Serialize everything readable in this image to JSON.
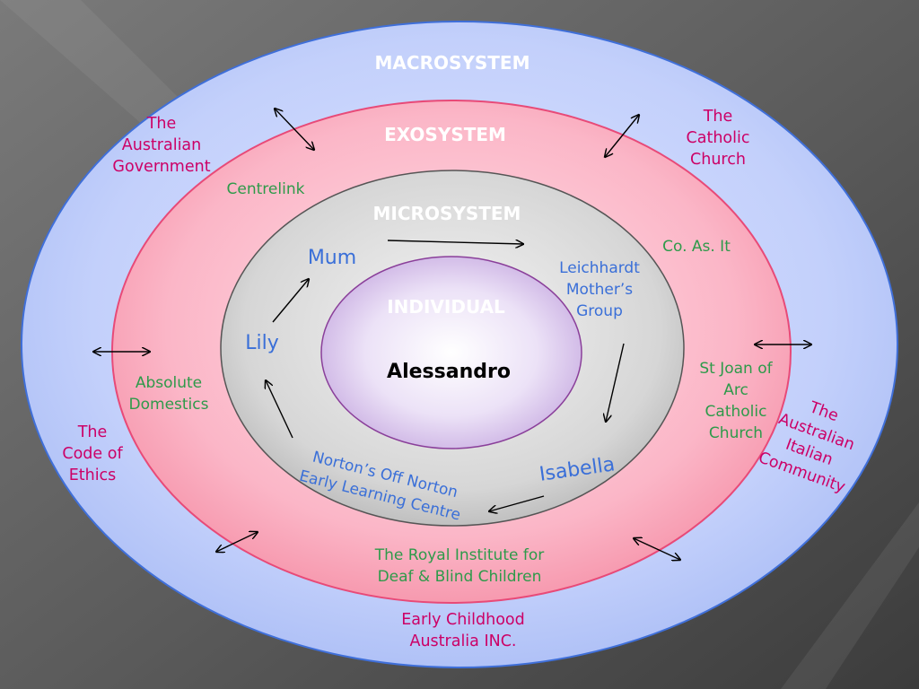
{
  "diagram": {
    "colors": {
      "background_dark": "#3c3c3c",
      "background_light": "#7a7a7a",
      "macro_fill": "#a9bcf5",
      "exo_fill": "#f58fa6",
      "micro_fill": "#b5b5b5",
      "individual_fill": "#cbb1e3",
      "macro_text": "#cc0066",
      "exo_text": "#2e9a4a",
      "micro_text": "#3a6fd8"
    },
    "layers": {
      "macrosystem": "MACROSYSTEM",
      "exosystem": "EXOSYSTEM",
      "microsystem": "MICROSYSTEM",
      "individual": "INDIVIDUAL"
    },
    "center": "Alessandro",
    "macrosystem_items": {
      "australian_government": [
        "The",
        "Australian",
        "Government"
      ],
      "catholic_church": [
        "The",
        "Catholic",
        "Church"
      ],
      "code_of_ethics": [
        "The",
        "Code of",
        "Ethics"
      ],
      "australian_italian_community": [
        "The",
        "Australian",
        "Italian",
        "Community"
      ],
      "early_childhood_australia": [
        "Early Childhood",
        "Australia INC."
      ]
    },
    "exosystem_items": {
      "centrelink": "Centrelink",
      "coasit": "Co. As. It",
      "st_joan": [
        "St Joan of",
        "Arc",
        "Catholic",
        "Church"
      ],
      "absolute_domestics": [
        "Absolute",
        "Domestics"
      ],
      "royal_institute": [
        "The Royal Institute for",
        "Deaf & Blind Children"
      ]
    },
    "microsystem_items": {
      "mum": "Mum",
      "lily": "Lily",
      "leichhardt": [
        "Leichhardt",
        "Mother’s",
        "Group"
      ],
      "isabella": "Isabella",
      "nortons": [
        "Norton’s Off Norton",
        "Early Learning Centre"
      ]
    }
  }
}
